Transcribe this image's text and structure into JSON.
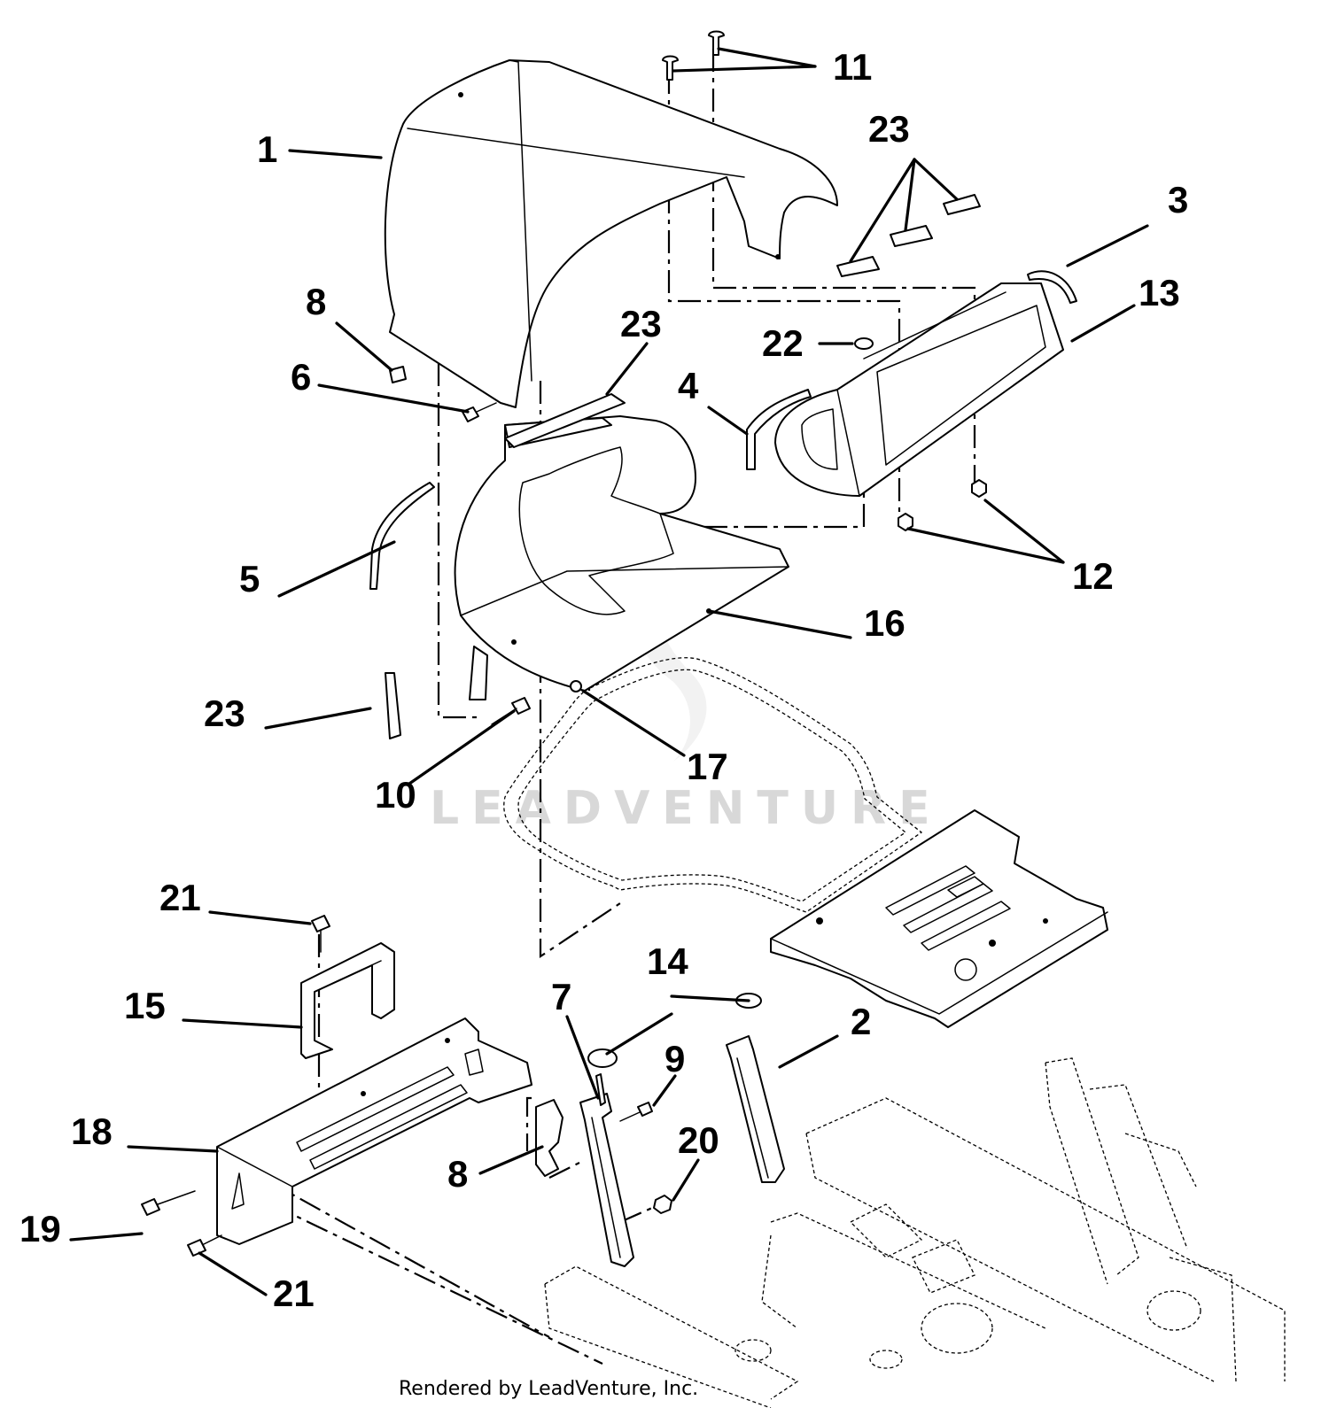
{
  "diagram": {
    "watermark": "LEADVENTURE",
    "credit": "Rendered by LeadVenture, Inc.",
    "callouts": {
      "c1": "1",
      "c2": "2",
      "c3": "3",
      "c4": "4",
      "c5": "5",
      "c6": "6",
      "c7": "7",
      "c8a": "8",
      "c8b": "8",
      "c9": "9",
      "c10": "10",
      "c11": "11",
      "c12": "12",
      "c13": "13",
      "c14": "14",
      "c15": "15",
      "c16": "16",
      "c17": "17",
      "c18": "18",
      "c19": "19",
      "c20": "20",
      "c21a": "21",
      "c21b": "21",
      "c22": "22",
      "c23a": "23",
      "c23b": "23",
      "c23c": "23"
    }
  }
}
